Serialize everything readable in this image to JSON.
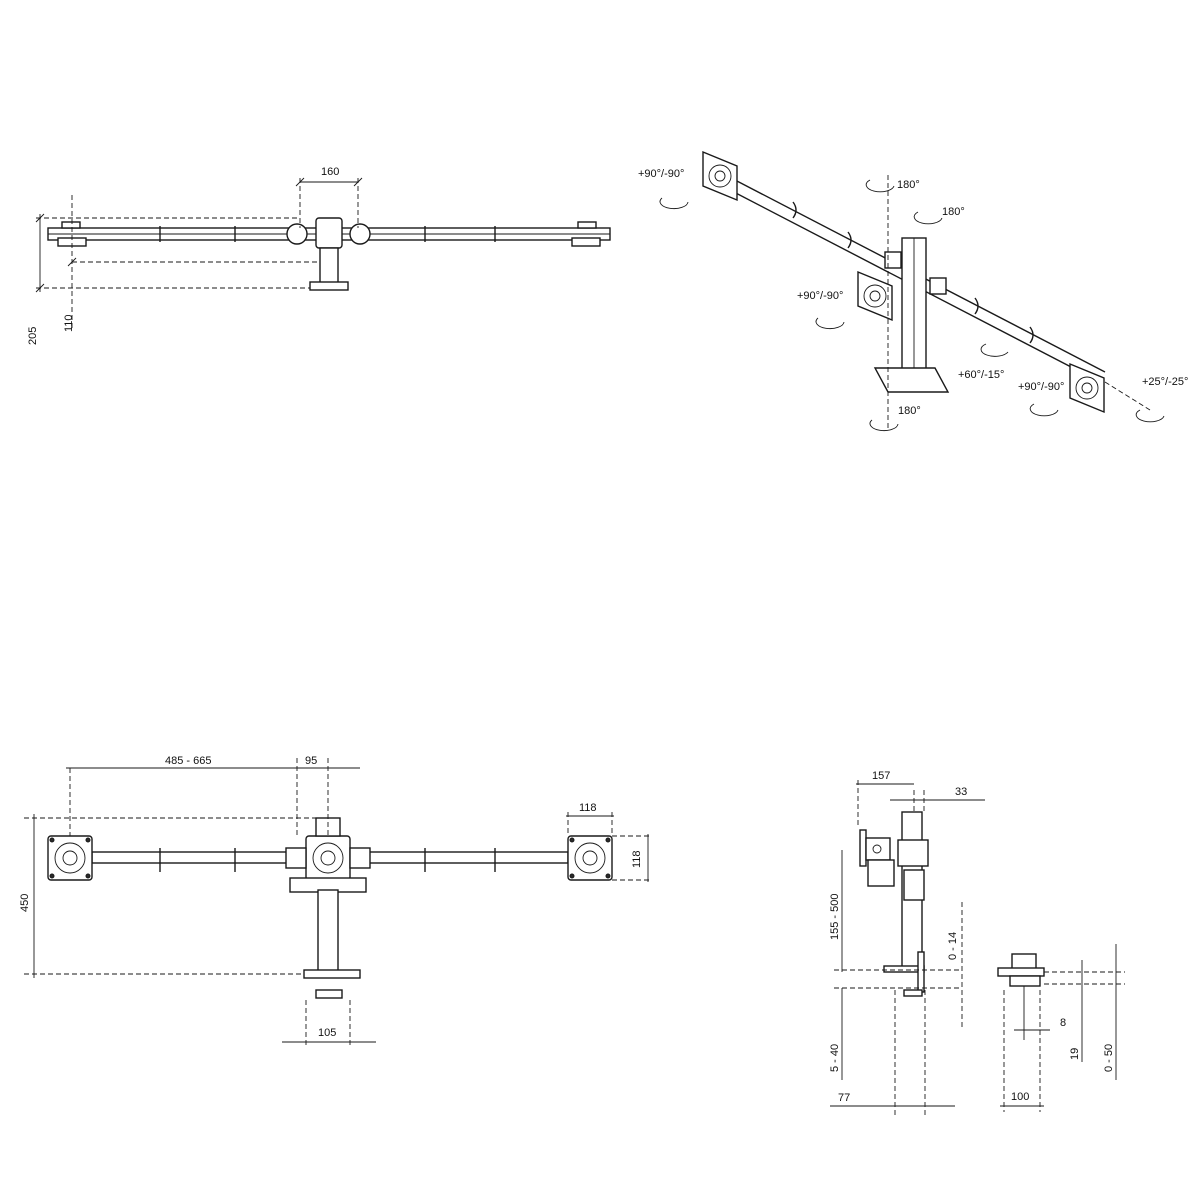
{
  "top_view": {
    "dim_offset": "160",
    "dim_total_height": "205",
    "dim_lower_height": "110"
  },
  "iso_view": {
    "rot_left_top": "+90°/-90°",
    "rot_center_top": "180°",
    "rot_right_top": "180°",
    "rot_center_mid": "+90°/-90°",
    "tilt_middle": "+60°/-15°",
    "rot_bottom": "180°",
    "rot_right_head": "+90°/-90°",
    "tilt_right": "+25°/-25°"
  },
  "front_view": {
    "dim_arm_range": "485 - 665",
    "dim_center": "95",
    "dim_plate_w": "118",
    "dim_plate_h": "118",
    "dim_height": "450",
    "dim_base": "105"
  },
  "side_view": {
    "dim_depth": "157",
    "dim_column": "33",
    "dim_height_range": "155 - 500",
    "dim_clamp_gap": "0 - 14",
    "dim_desk_range": "5 - 40",
    "dim_bottom": "77"
  },
  "clamp_view": {
    "dim_plate": "8",
    "dim_offset": "19",
    "dim_range": "0 - 50",
    "dim_width": "100"
  }
}
